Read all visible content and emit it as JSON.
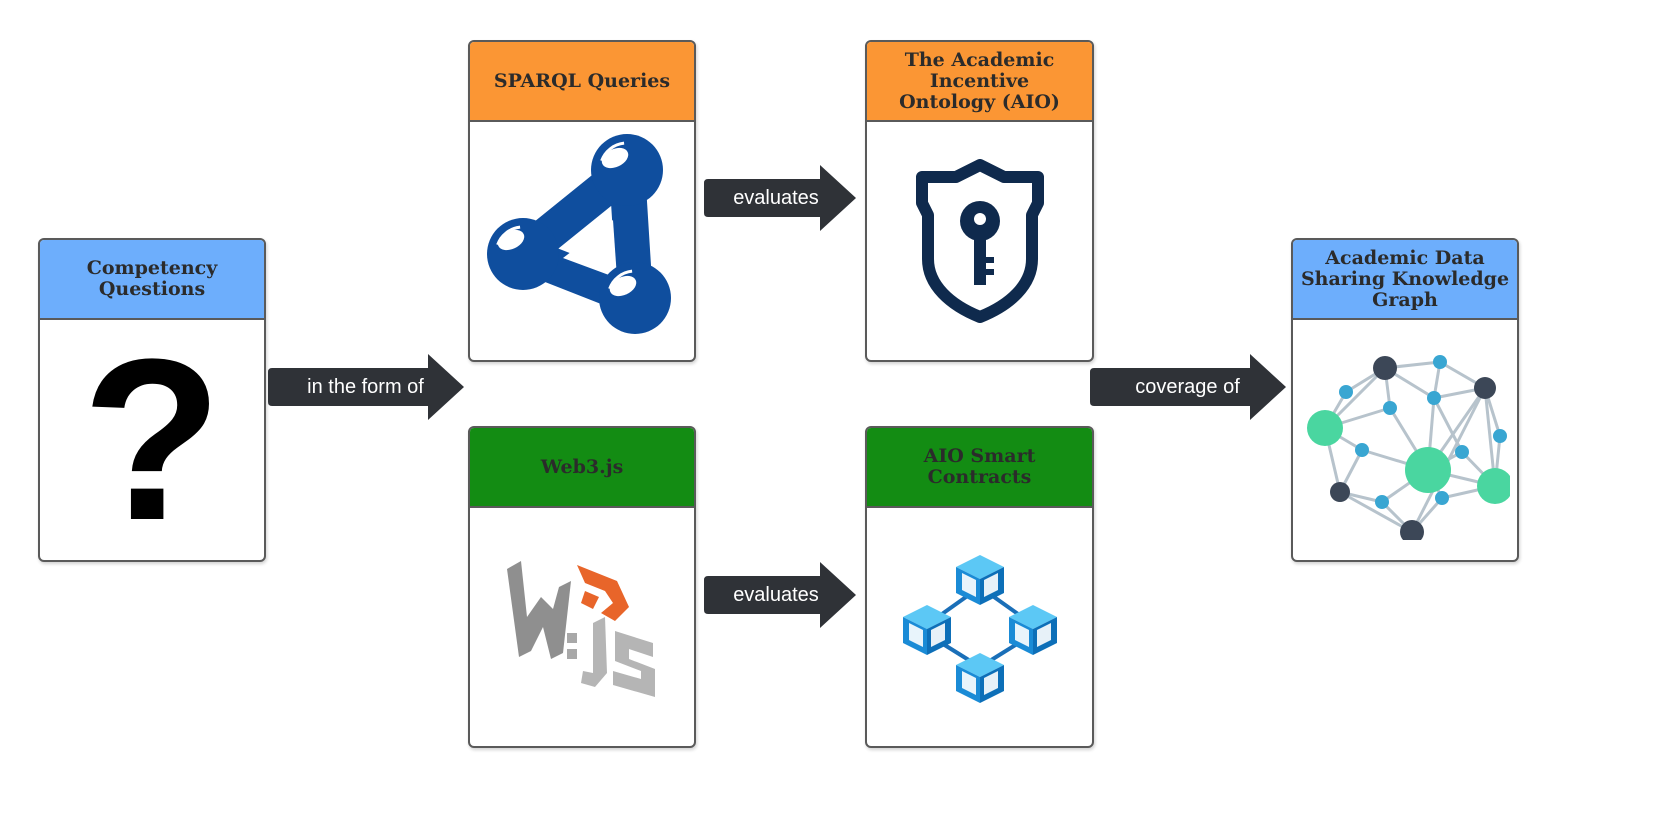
{
  "colors": {
    "blue_header": "#6daefc",
    "orange_header": "#fb9634",
    "green_header": "#138c13",
    "arrow_fill": "#2f3237",
    "sparql_blue": "#0f4e9e",
    "shield_navy": "#0f2a4d",
    "web3_orange": "#e8652a",
    "web3_gray": "#8f8f8f",
    "cube_blue": "#1a8bd6",
    "graph_green": "#4ad6a0",
    "graph_dark": "#3c4757",
    "graph_small": "#39a6d2"
  },
  "cards": {
    "competency": {
      "title": "Competency Questions",
      "icon": "question-mark-icon",
      "glyph": "?"
    },
    "sparql": {
      "title": "SPARQL Queries",
      "icon": "sparql-logo-icon"
    },
    "aio": {
      "title": "The Academic Incentive Ontology (AIO)",
      "icon": "shield-key-icon"
    },
    "web3": {
      "title": "Web3.js",
      "icon": "web3js-logo-icon"
    },
    "contracts": {
      "title": "AIO Smart Contracts",
      "icon": "blockchain-cubes-icon"
    },
    "knowledge_graph": {
      "title": "Academic Data Sharing Knowledge Graph",
      "icon": "network-graph-icon"
    }
  },
  "arrows": {
    "in_the_form_of": "in the form of",
    "evaluates_top": "evaluates",
    "evaluates_bottom": "evaluates",
    "coverage_of": "coverage of"
  }
}
